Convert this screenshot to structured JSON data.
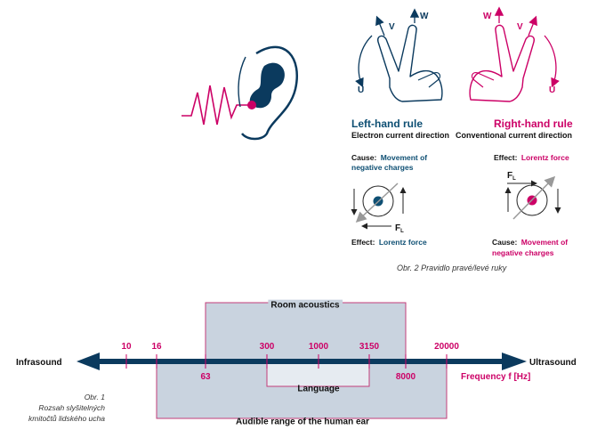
{
  "colors": {
    "navy": "#0b3a5e",
    "magenta": "#cc0066",
    "panel_fill": "#c9d3df",
    "panel_stroke": "#c23c7a"
  },
  "rules": {
    "left": {
      "labels": {
        "v": "V",
        "w": "W",
        "u": "U"
      },
      "title": "Left-hand rule",
      "subtitle": "Electron current direction",
      "cause_label": "Cause:",
      "cause_value_line1": "Movement of",
      "cause_value_line2": "negative charges",
      "force_symbol": "F",
      "force_sub": "L",
      "effect_label": "Effect:",
      "effect_value": "Lorentz force"
    },
    "right": {
      "labels": {
        "w": "W",
        "v": "V",
        "u": "U"
      },
      "title": "Right-hand rule",
      "subtitle": "Conventional current direction",
      "effect_label": "Effect:",
      "effect_value": "Lorentz force",
      "force_symbol": "F",
      "force_sub": "L",
      "cause_label": "Cause:",
      "cause_value_line1": "Movement of",
      "cause_value_line2": "negative charges"
    },
    "caption": "Obr. 2  Pravidlo pravé/levé ruky"
  },
  "frequency": {
    "left_label": "Infrasound",
    "right_label": "Ultrasound",
    "axis_title": "Frequency f [Hz]",
    "room_acoustics": "Room acoustics",
    "language": "Language",
    "audible": "Audible range of the human ear",
    "ticks_top": [
      "10",
      "16",
      "300",
      "1000",
      "3150",
      "20000"
    ],
    "ticks_bottom": [
      "63",
      "8000"
    ]
  },
  "caption1": {
    "line1": "Obr. 1",
    "line2": "Rozsah slyšitelných",
    "line3": "kmitočtů lidského ucha"
  }
}
